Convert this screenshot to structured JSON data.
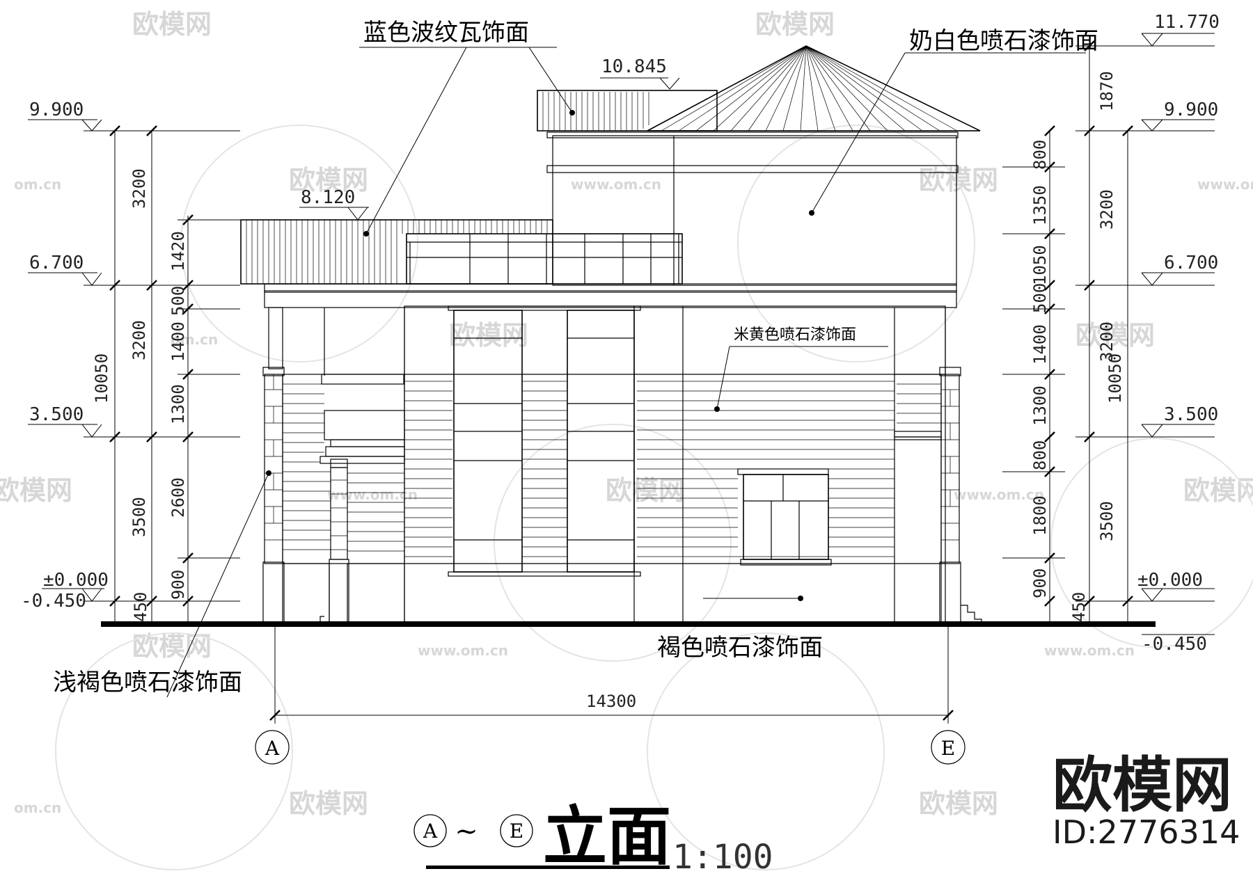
{
  "watermark": {
    "brand": "欧模网",
    "site": "www.om.cn",
    "site_short": "om.cn"
  },
  "brand_logo": {
    "name": "欧模网",
    "id": "ID:2776314"
  },
  "title": {
    "axis_from": "A",
    "separator": "~",
    "axis_to": "E",
    "name": "立面",
    "scale": "1:100"
  },
  "axes": {
    "left": "A",
    "right": "E",
    "overall_span": "14300"
  },
  "levels": {
    "left": [
      "9.900",
      "8.120",
      "6.700",
      "3.500",
      "±0.000",
      "-0.450"
    ],
    "top": "10.845",
    "right": [
      "11.770",
      "9.900",
      "6.700",
      "3.500",
      "±0.000",
      "-0.450"
    ]
  },
  "dims_left": {
    "outer": [
      "3200",
      "3200",
      "3500",
      "10050"
    ],
    "inner": [
      "1420",
      "500",
      "1400",
      "1300",
      "2600",
      "900",
      "450"
    ]
  },
  "dims_right": {
    "outer": [
      "1870",
      "3200",
      "3200",
      "3500",
      "10050"
    ],
    "inner": [
      "800",
      "1350",
      "1050",
      "500",
      "1400",
      "1300",
      "800",
      "1800",
      "900",
      "450"
    ]
  },
  "notes": {
    "blue_tile": "蓝色波纹瓦饰面",
    "milk_white": "奶白色喷石漆饰面",
    "beige": "米黄色喷石漆饰面",
    "brown": "褐色喷石漆饰面",
    "light_brown": "浅褐色喷石漆饰面"
  }
}
